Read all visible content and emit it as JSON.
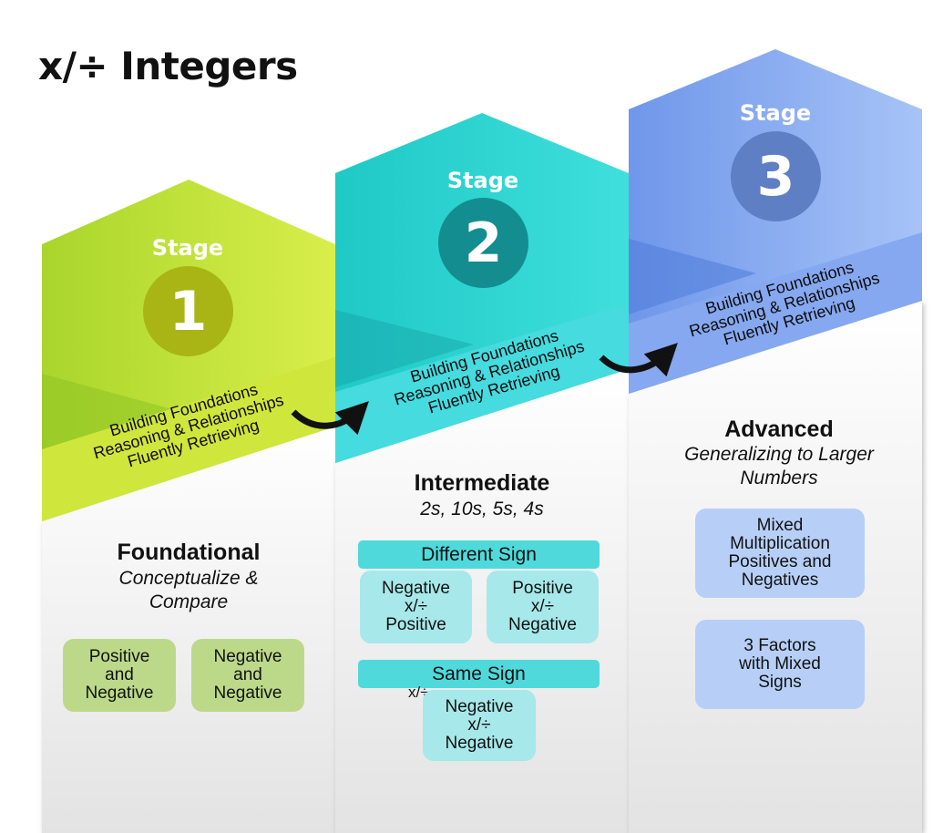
{
  "title": "x/÷ Integers",
  "colors": {
    "stage1": "#c6e233",
    "stage2": "#2fd6d3",
    "stage3": "#7ea4ef",
    "stage1_card": "#b9d98a",
    "stage2_card": "#a6e9eb",
    "stage3_card": "#b5cdf7"
  },
  "stages": [
    {
      "label": "Stage",
      "number": "1",
      "band": [
        "Building Foundations",
        "Reasoning & Relationships",
        "Fluently Retrieving"
      ],
      "level": "Foundational",
      "subtitle_lines": [
        "Conceptualize &",
        "Compare"
      ],
      "cards": [
        "Positive\nand\nNegative",
        "Negative\nand\nNegative"
      ]
    },
    {
      "label": "Stage",
      "number": "2",
      "band": [
        "Building Foundations",
        "Reasoning & Relationships",
        "Fluently Retrieving"
      ],
      "level": "Intermediate",
      "subtitle_lines": [
        "2s, 10s, 5s, 4s"
      ],
      "different_sign": {
        "header": "Different Sign",
        "cards": [
          "Negative\nx/÷\nPositive",
          "Positive\nx/÷\nNegative"
        ]
      },
      "same_sign": {
        "header": "Same Sign",
        "stray": "x/÷",
        "cards": [
          "Negative\nx/÷\nNegative"
        ]
      }
    },
    {
      "label": "Stage",
      "number": "3",
      "band": [
        "Building Foundations",
        "Reasoning & Relationships",
        "Fluently Retrieving"
      ],
      "level": "Advanced",
      "subtitle_lines": [
        "Generalizing to Larger",
        "Numbers"
      ],
      "cards": [
        "Mixed\nMultiplication\nPositives and\nNegatives",
        "3 Factors\nwith Mixed\nSigns"
      ]
    }
  ]
}
